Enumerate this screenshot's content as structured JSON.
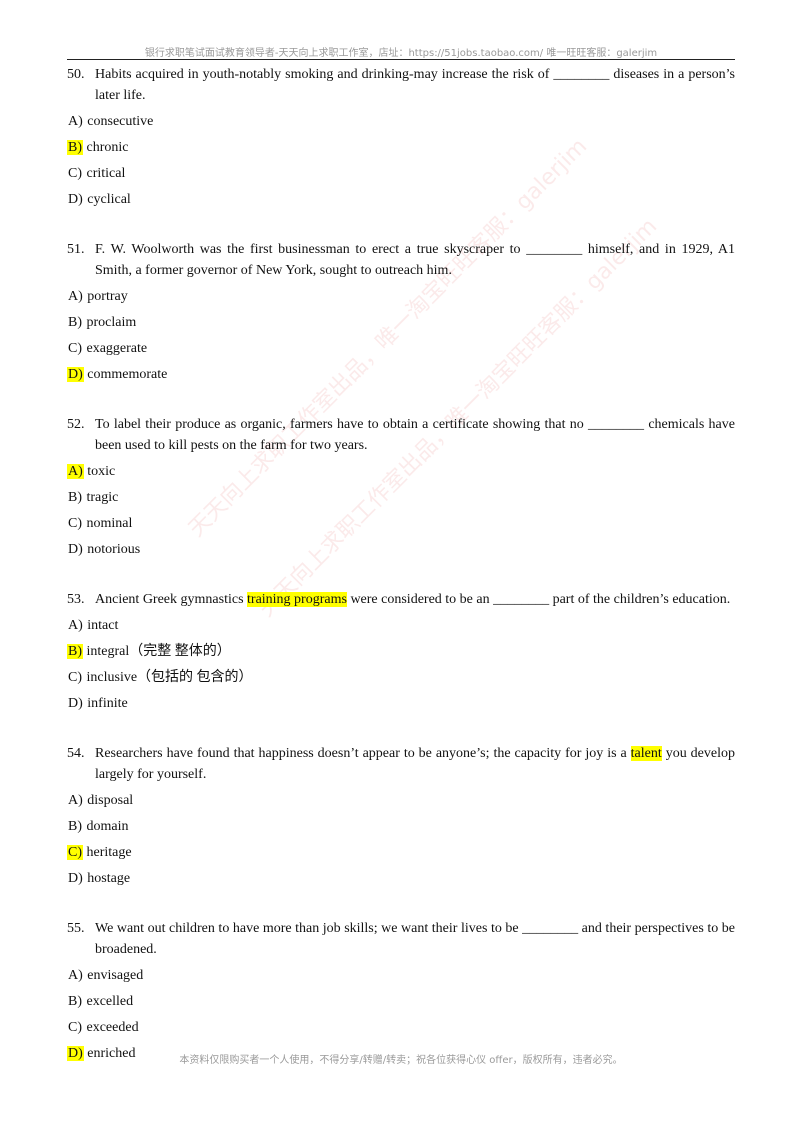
{
  "header": "银行求职笔试面试教育领导者-天天向上求职工作室，店址：https://51jobs.taobao.com/  唯一旺旺客服：galerjim",
  "watermark": "天天向上求职工作室出品，唯一淘宝旺旺客服：galerjim",
  "footer": "本资料仅限购买者一个人使用，不得分享/转赠/转卖；祝各位获得心仪 offer，版权所有，违者必究。",
  "questions": [
    {
      "num": "50.",
      "stem": [
        {
          "t": "Habits acquired in youth-notably smoking and drinking-may increase the risk of ________ diseases in a person’s later life."
        }
      ],
      "options": [
        {
          "letter": "A)",
          "text": " consecutive",
          "hl": false
        },
        {
          "letter": "B)",
          "text": " chronic",
          "hl": true
        },
        {
          "letter": "C)",
          "text": " critical",
          "hl": false
        },
        {
          "letter": "D)",
          "text": " cyclical",
          "hl": false
        }
      ]
    },
    {
      "num": "51.",
      "stem": [
        {
          "t": "F. W. Woolworth was the first businessman to erect a true skyscraper to ________ himself, and in 1929, A1 Smith, a former governor of New York, sought to outreach him."
        }
      ],
      "options": [
        {
          "letter": "A)",
          "text": " portray",
          "hl": false
        },
        {
          "letter": "B)",
          "text": " proclaim",
          "hl": false
        },
        {
          "letter": "C)",
          "text": " exaggerate",
          "hl": false
        },
        {
          "letter": "D)",
          "text": " commemorate",
          "hl": true
        }
      ]
    },
    {
      "num": "52.",
      "stem": [
        {
          "t": "To label their produce as organic, farmers have to obtain a certificate showing that no ________ chemicals have been used to kill pests on the farm for two years."
        }
      ],
      "options": [
        {
          "letter": "A)",
          "text": " toxic",
          "hl": true
        },
        {
          "letter": "B)",
          "text": " tragic",
          "hl": false
        },
        {
          "letter": "C)",
          "text": " nominal",
          "hl": false
        },
        {
          "letter": "D)",
          "text": " notorious",
          "hl": false
        }
      ]
    },
    {
      "num": "53.",
      "stem": [
        {
          "t": "Ancient Greek gymnastics "
        },
        {
          "t": "training programs",
          "hl": true
        },
        {
          "t": " were considered to be an ________ part of the children’s education."
        }
      ],
      "options": [
        {
          "letter": "A)",
          "text": " intact",
          "hl": false
        },
        {
          "letter": "B)",
          "text": " integral（完整 整体的）",
          "hl": true
        },
        {
          "letter": "C)",
          "text": " inclusive（包括的 包含的）",
          "hl": false
        },
        {
          "letter": "D)",
          "text": " infinite",
          "hl": false
        }
      ]
    },
    {
      "num": "54.",
      "stem": [
        {
          "t": "Researchers have found that happiness doesn’t appear to be anyone’s; the capacity for joy is a "
        },
        {
          "t": "talent",
          "hl": true
        },
        {
          "t": " you develop largely for yourself."
        }
      ],
      "options": [
        {
          "letter": "A)",
          "text": " disposal",
          "hl": false
        },
        {
          "letter": "B)",
          "text": " domain",
          "hl": false
        },
        {
          "letter": "C)",
          "text": " heritage",
          "hl": true
        },
        {
          "letter": "D)",
          "text": " hostage",
          "hl": false
        }
      ]
    },
    {
      "num": "55.",
      "stem": [
        {
          "t": "We want out children to have more than job skills; we want their lives to be ________ and their perspectives to be broadened."
        }
      ],
      "options": [
        {
          "letter": "A)",
          "text": " envisaged",
          "hl": false
        },
        {
          "letter": "B)",
          "text": " excelled",
          "hl": false
        },
        {
          "letter": "C)",
          "text": " exceeded",
          "hl": false
        },
        {
          "letter": "D)",
          "text": " enriched",
          "hl": true
        }
      ]
    }
  ]
}
